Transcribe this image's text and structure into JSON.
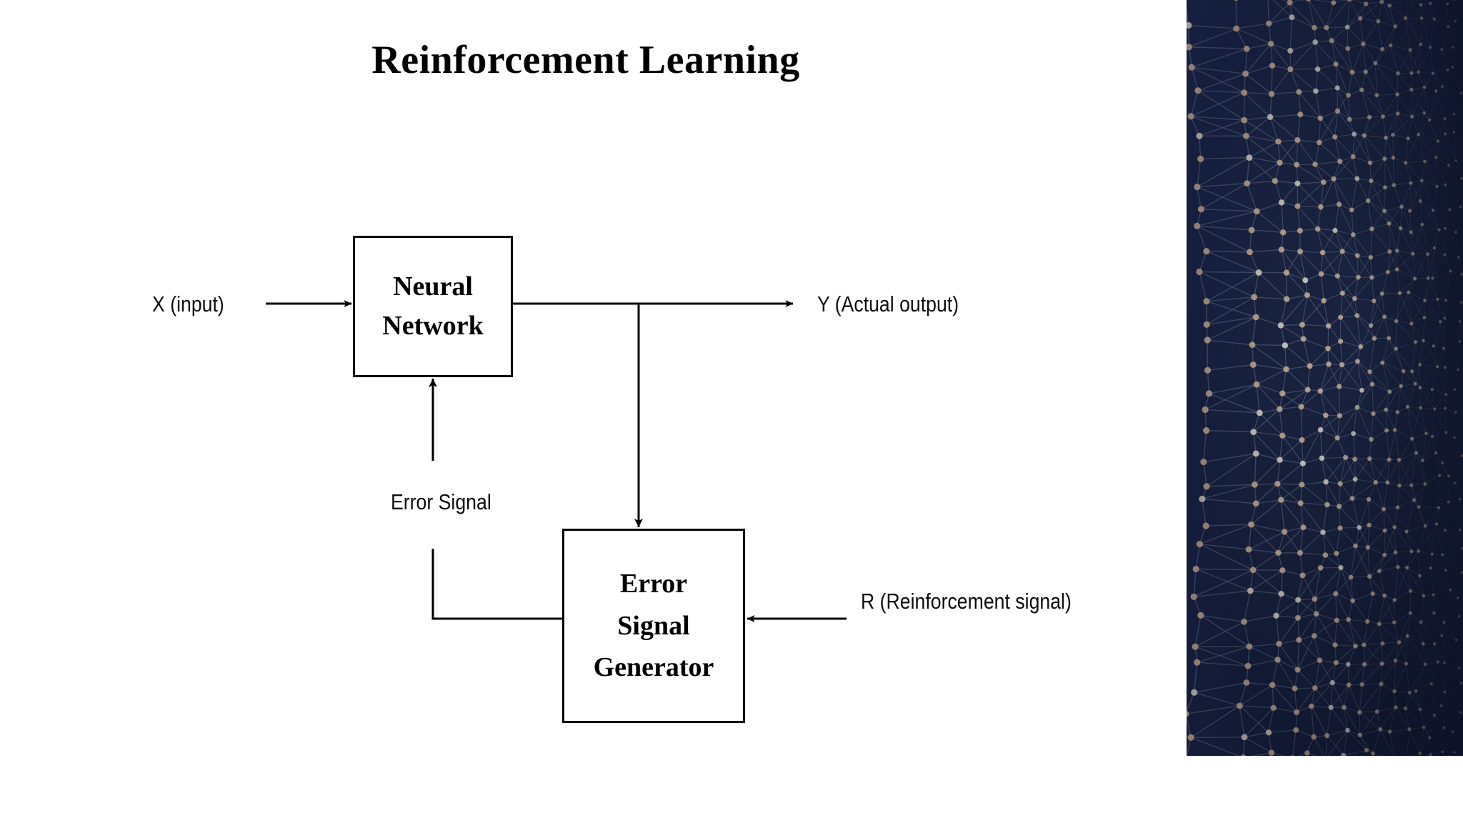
{
  "slide": {
    "title": "Reinforcement Learning",
    "background_color": "#ffffff"
  },
  "diagram": {
    "type": "block-diagram",
    "blocks": [
      {
        "id": "neural-network",
        "lines": [
          "Neural",
          "Network"
        ],
        "text": "Neural Network"
      },
      {
        "id": "error-signal-generator",
        "lines": [
          "Error",
          "Signal",
          "Generator"
        ],
        "text": "Error Signal Generator"
      }
    ],
    "labels": {
      "x_input": "X (input)",
      "y_output": "Y (Actual output)",
      "error_signal": "Error Signal",
      "r_signal": "R (Reinforcement signal)"
    },
    "connections": [
      {
        "from": "x-input",
        "to": "neural-network",
        "arrow": "right"
      },
      {
        "from": "neural-network",
        "to": "y-output",
        "arrow": "right"
      },
      {
        "from": "neural-network-output-branch",
        "to": "error-signal-generator",
        "arrow": "down"
      },
      {
        "from": "r-signal",
        "to": "error-signal-generator",
        "arrow": "left"
      },
      {
        "from": "error-signal-generator",
        "to": "neural-network",
        "arrow": "up",
        "label": "Error Signal"
      }
    ],
    "stroke_color": "#000000"
  },
  "network_image": {
    "alt": "abstract blue network mesh of connected nodes",
    "background_color": "#1b2540",
    "node_color": "#e6c9a8",
    "edge_color": "#8e99b4"
  }
}
